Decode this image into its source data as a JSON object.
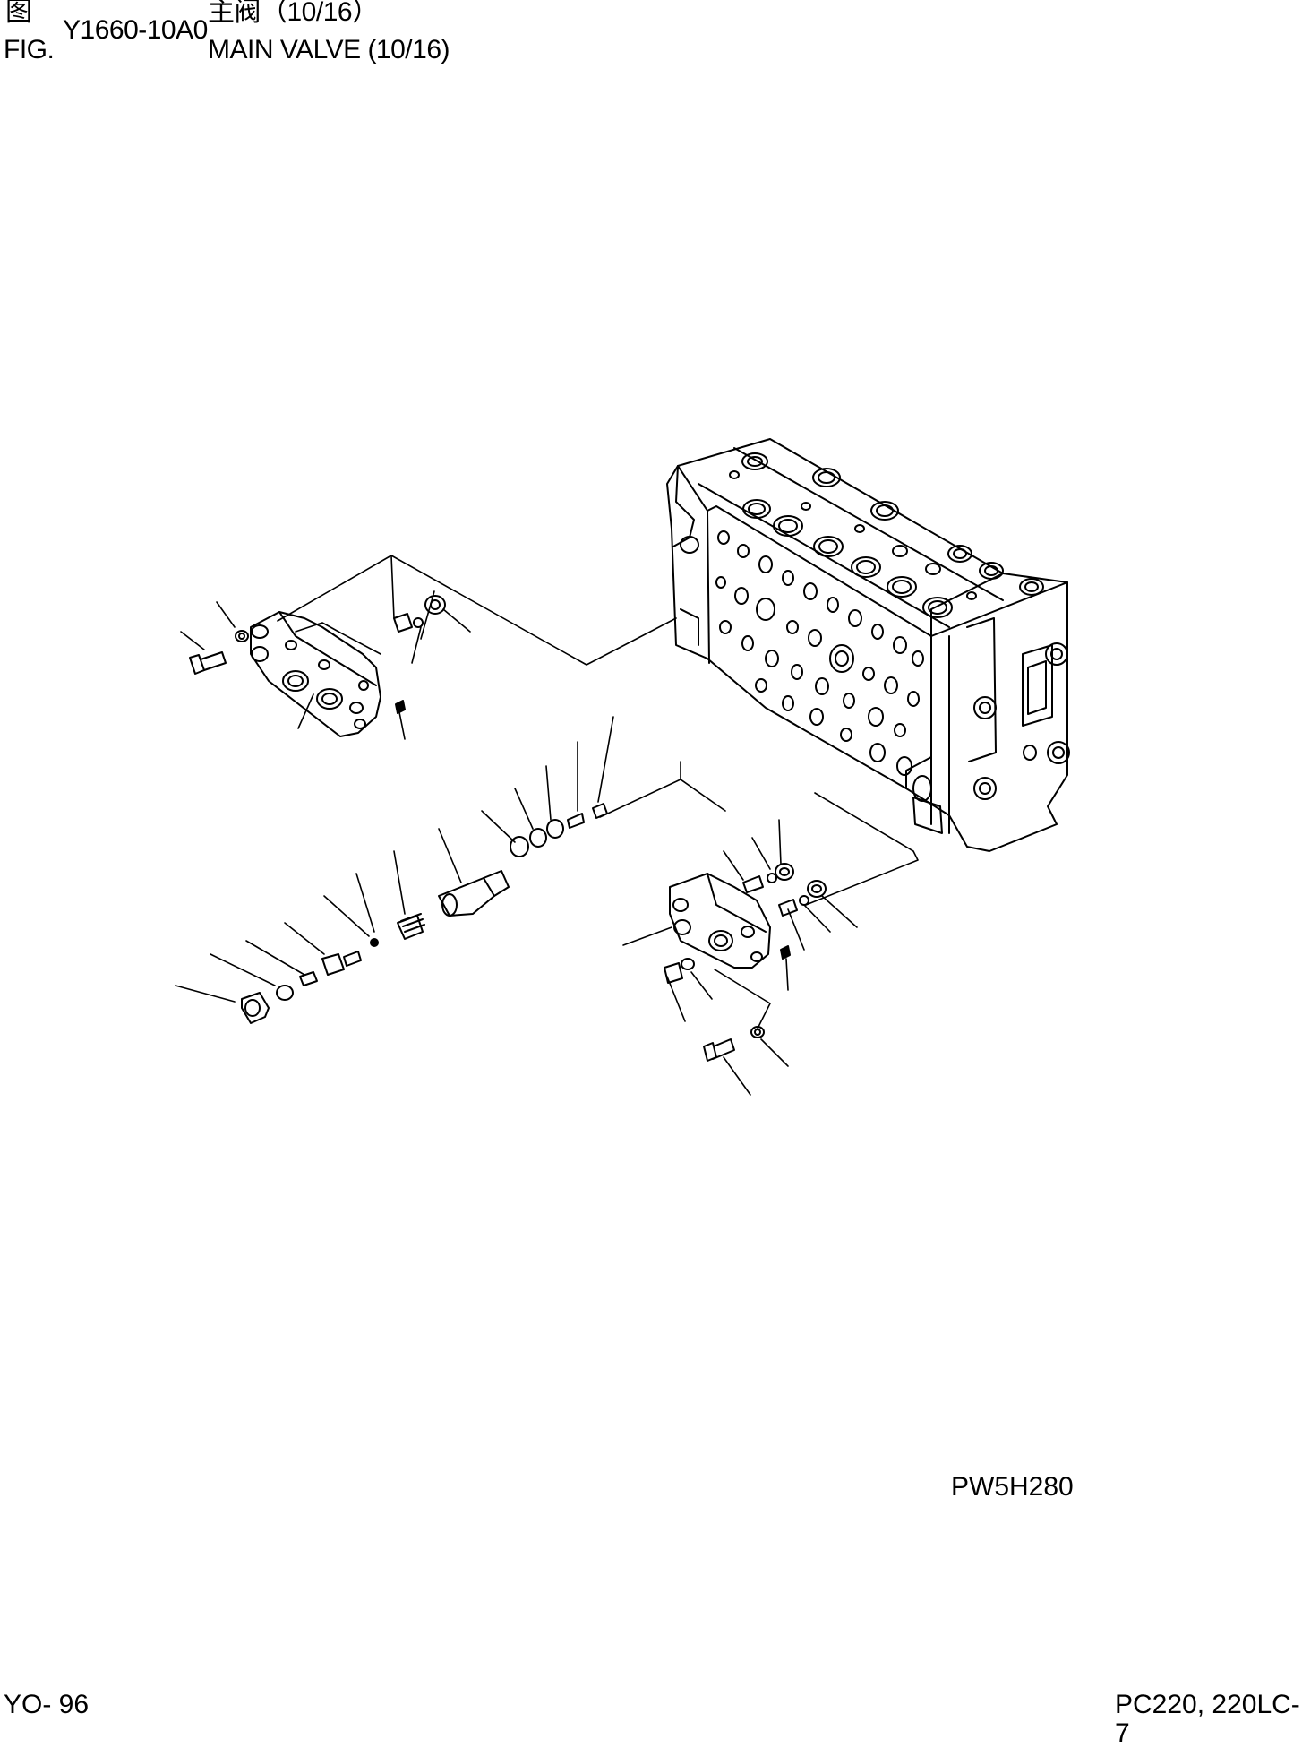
{
  "header": {
    "cn_fig": "图",
    "fig_label": "FIG.",
    "fig_number": "Y1660-10A0",
    "cn_title": "主阀（10/16）",
    "en_title": "MAIN VALVE (10/16)"
  },
  "drawing": {
    "illustration_code": "PW5H280",
    "subject": "Main valve exploded parts diagram"
  },
  "footer": {
    "page": "YO- 96",
    "model": "PC220, 220LC-7"
  }
}
